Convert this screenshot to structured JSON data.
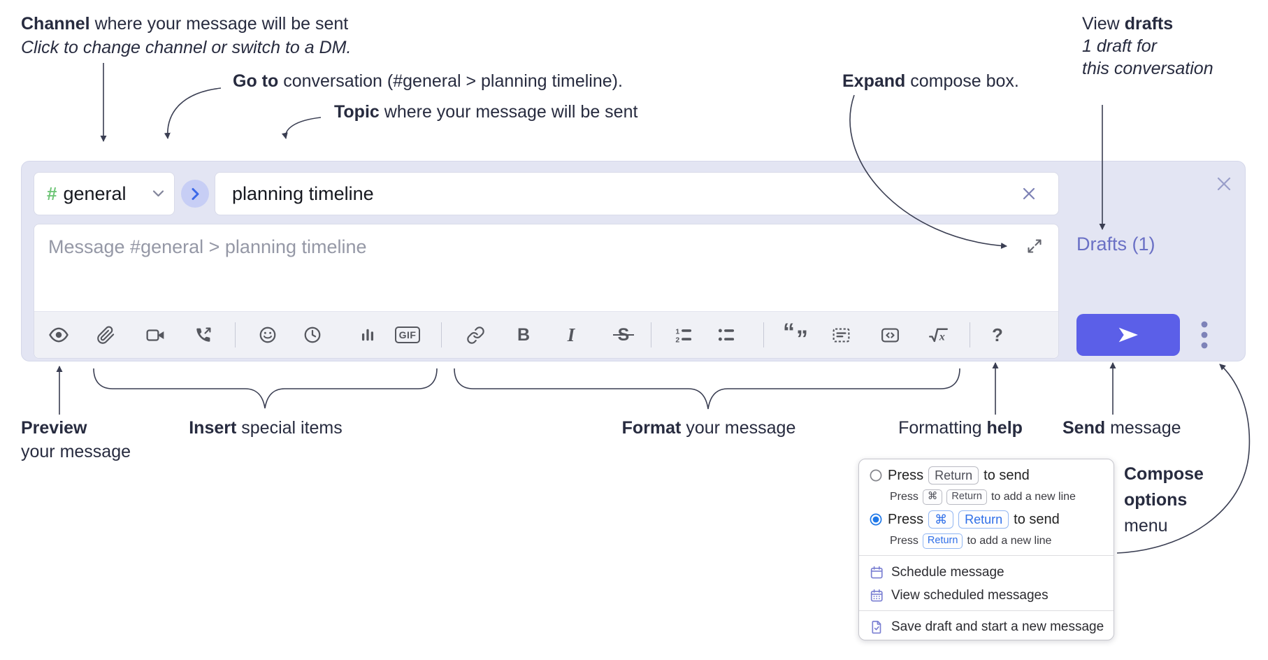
{
  "annotations": {
    "channel": {
      "bold": "Channel",
      "rest": " where your message will be sent",
      "line2": "Click to change channel or switch to a DM."
    },
    "goto": {
      "bold": "Go to",
      "rest": " conversation (#general > planning timeline)."
    },
    "topic": {
      "bold": "Topic",
      "rest": " where your message will be sent"
    },
    "expand": {
      "bold": "Expand",
      "rest": " compose box."
    },
    "view_drafts": {
      "pre": "View ",
      "bold": "drafts",
      "line2": "1 draft for",
      "line3": "this conversation"
    },
    "preview": {
      "bold": "Preview",
      "line2": "your message"
    },
    "insert": {
      "bold": "Insert",
      "rest": " special items"
    },
    "format": {
      "bold": "Format",
      "rest": " your message"
    },
    "help": {
      "pre": "Formatting ",
      "bold": "help"
    },
    "send": {
      "bold": "Send",
      "rest": " message"
    },
    "compose_options": {
      "line1": "Compose",
      "line2": "options",
      "line3": "menu"
    }
  },
  "compose": {
    "channel": {
      "hash": "#",
      "name": "general"
    },
    "topic_value": "planning timeline",
    "message_placeholder": "Message #general > planning timeline",
    "drafts_link": "Drafts (1)"
  },
  "toolbar": {
    "gif_label": "GIF",
    "bold_label": "B",
    "italic_label": "I",
    "strike_label": "S",
    "help_label": "?",
    "quote_open": "“",
    "quote_close": "”",
    "math_x": "x",
    "ol_one": "1",
    "ol_two": "2",
    "icon_names": [
      "preview-eye",
      "attach-paperclip",
      "video-call",
      "voice-call",
      "emoji",
      "global-time",
      "poll",
      "gif",
      "link",
      "bold",
      "italic",
      "strikethrough",
      "numbered-list",
      "bulleted-list",
      "quote",
      "spoiler",
      "code",
      "math",
      "formatting-help"
    ]
  },
  "options_menu": {
    "press": "Press",
    "return_key": "Return",
    "cmd_key": "⌘",
    "to_send": "to send",
    "to_add_new_line": "to add a new line",
    "schedule_message": "Schedule message",
    "view_scheduled_messages": "View scheduled messages",
    "save_draft": "Save draft and start a new message"
  },
  "colors": {
    "compose_background": "#e3e5f3",
    "toolbar_background": "#f0f1f6",
    "send_button": "#5b5fe8",
    "drafts_link": "#6a70c5",
    "channel_hash_green": "#6ec577",
    "goto_chevron_blue": "#3b68e8",
    "selected_radio_blue": "#1f78e8",
    "kbd_blue": "#2f6fe8",
    "menu_icon_purple": "#7a7fd2",
    "annotation_text": "#272b3f"
  }
}
